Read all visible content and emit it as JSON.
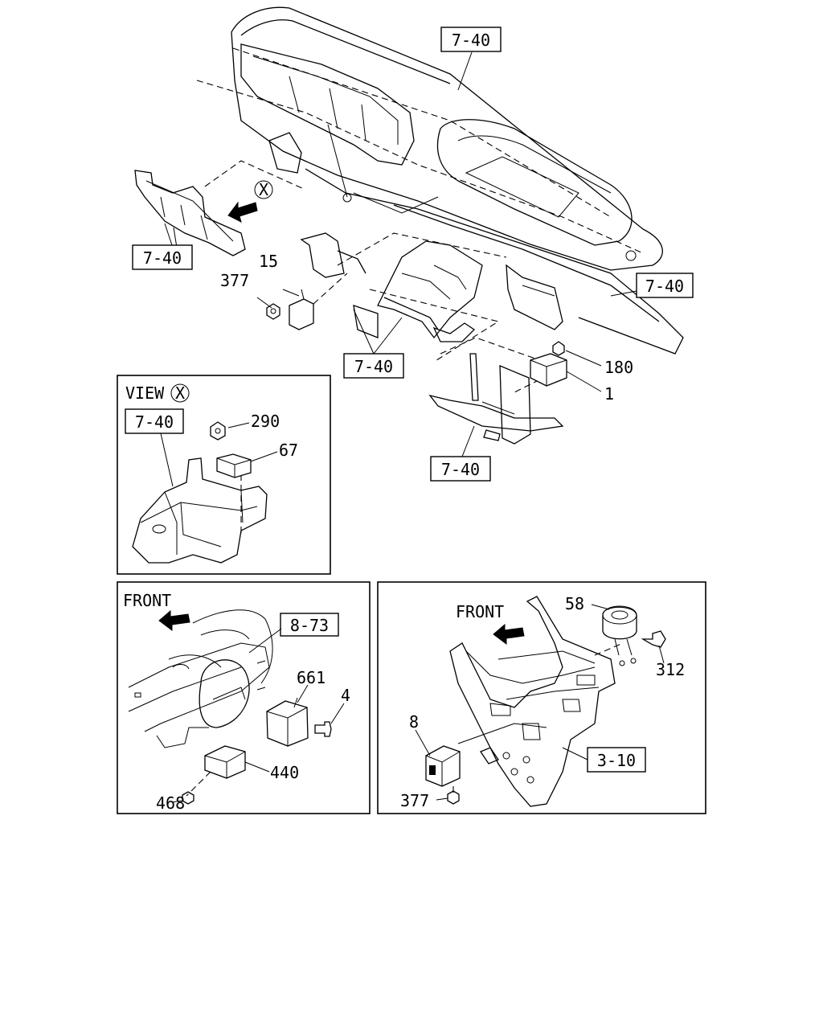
{
  "main": {
    "refs": {
      "top_right": "7-40",
      "left_bracket": "7-40",
      "right_panel": "7-40",
      "center": "7-40",
      "lower_bracket": "7-40"
    },
    "callouts": {
      "p15": "15",
      "p377": "377",
      "p180": "180",
      "p1": "1"
    },
    "view_marker": "X"
  },
  "view_x": {
    "title": "VIEW",
    "marker": "X",
    "ref": "7-40",
    "callouts": {
      "p290": "290",
      "p67": "67"
    }
  },
  "lower_left": {
    "front": "FRONT",
    "ref": "8-73",
    "callouts": {
      "p661": "661",
      "p4": "4",
      "p440": "440",
      "p468": "468"
    }
  },
  "lower_right": {
    "front": "FRONT",
    "ref": "3-10",
    "callouts": {
      "p58": "58",
      "p312": "312",
      "p8": "8",
      "p377": "377"
    }
  }
}
